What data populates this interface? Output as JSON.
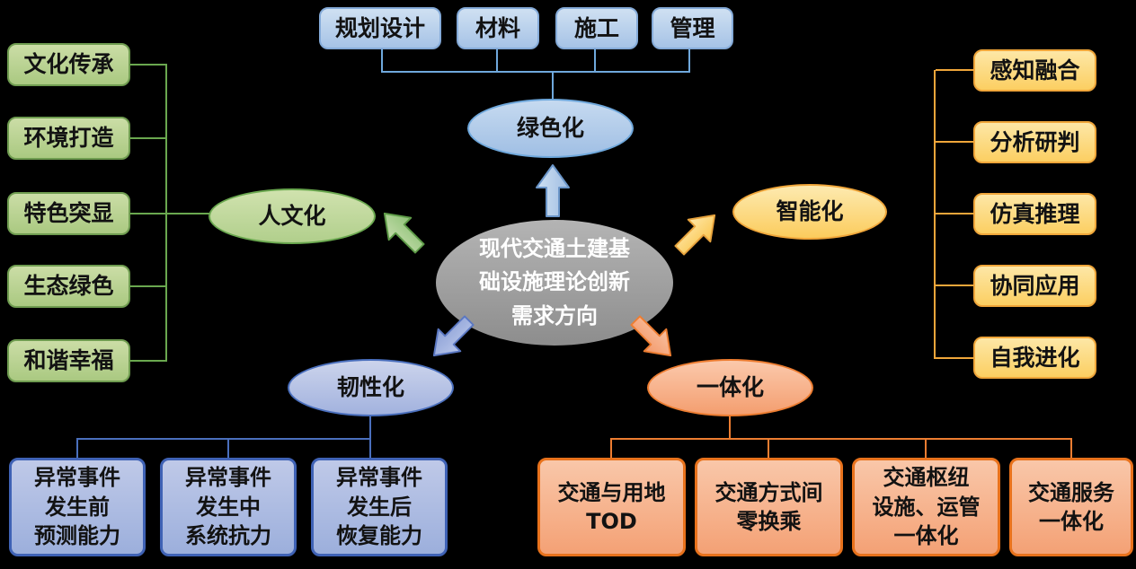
{
  "center": {
    "label": "现代交通土建基\n础设施理论创新\n需求方向",
    "fill_color": "#9a9a9a",
    "text_color": "#ffffff"
  },
  "branches": {
    "greenization": {
      "label": "绿色化",
      "accent_color": "#6fa8dc",
      "items": [
        "规划设计",
        "材料",
        "施工",
        "管理"
      ]
    },
    "humanization": {
      "label": "人文化",
      "accent_color": "#6aa84f",
      "items": [
        "文化传承",
        "环境打造",
        "特色突显",
        "生态绿色",
        "和谐幸福"
      ]
    },
    "intelligentization": {
      "label": "智能化",
      "accent_color": "#f0a63a",
      "items": [
        "感知融合",
        "分析研判",
        "仿真推理",
        "协同应用",
        "自我进化"
      ]
    },
    "resilience": {
      "label": "韧性化",
      "accent_color": "#4a6fbd",
      "items": [
        "异常事件\n发生前\n预测能力",
        "异常事件\n发生中\n系统抗力",
        "异常事件\n发生后\n恢复能力"
      ]
    },
    "integration": {
      "label": "一体化",
      "accent_color": "#ed7d31",
      "items": [
        "交通与用地\nTOD",
        "交通方式间\n零换乘",
        "交通枢纽\n设施、运管\n一体化",
        "交通服务\n一体化"
      ]
    }
  }
}
